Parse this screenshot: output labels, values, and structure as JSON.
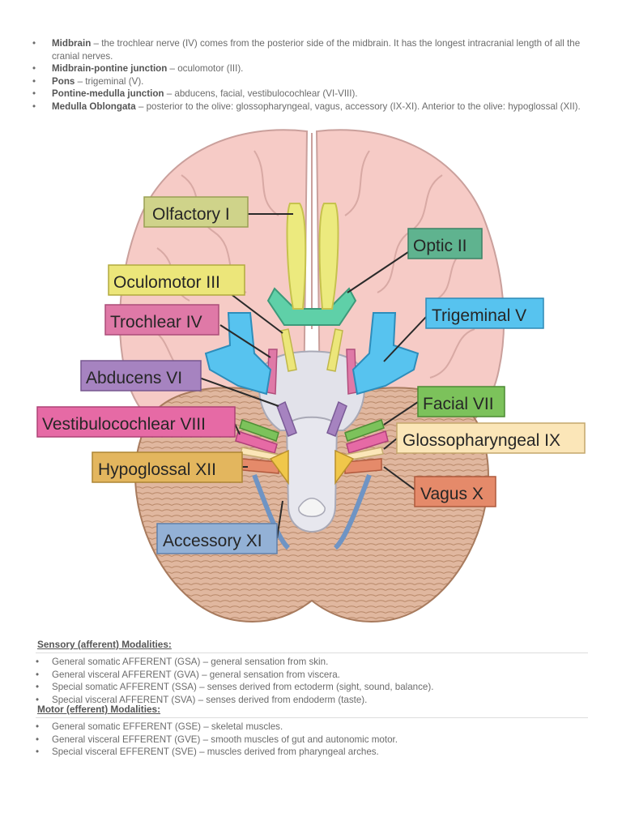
{
  "intro_bullets": [
    {
      "term": "Midbrain",
      "text": " – the trochlear nerve (IV) comes from the posterior side of the midbrain. It has the longest intracranial length of all the cranial nerves."
    },
    {
      "term": "Midbrain-pontine junction",
      "text": " – oculomotor (III)."
    },
    {
      "term": "Pons",
      "text": " – trigeminal (V)."
    },
    {
      "term": "Pontine-medulla junction",
      "text": " – abducens, facial, vestibulocochlear (VI-VIII)."
    },
    {
      "term": "Medulla Oblongata",
      "text": " – posterior to the olive: glossopharyngeal, vagus, accessory (IX-XI). Anterior to the olive: hypoglossal (XII)."
    }
  ],
  "diagram": {
    "labels": {
      "olfactory": "Olfactory I",
      "optic": "Optic II",
      "oculomotor": "Oculomotor III",
      "trochlear": "Trochlear IV",
      "trigeminal": "Trigeminal V",
      "abducens": "Abducens VI",
      "facial": "Facial VII",
      "vestibulocochlear": "Vestibulocochlear VIII",
      "glossopharyngeal": "Glossopharyngeal IX",
      "hypoglossal": "Hypoglossal XII",
      "vagus": "Vagus X",
      "accessory": "Accessory XI"
    },
    "colors": {
      "olfactory": "#cfd38a",
      "optic": "#5fb38f",
      "oculomotor": "#ece67a",
      "trochlear": "#df79a7",
      "trigeminal": "#57c3ef",
      "abducens": "#a683c0",
      "facial": "#7cc25b",
      "vestibulocochlear": "#e66aa5",
      "glossopharyngeal": "#fbe6b8",
      "hypoglossal": "#e3b65e",
      "vagus": "#e58a6a",
      "accessory": "#93b1d6"
    }
  },
  "sensory": {
    "heading": "Sensory (afferent) Modalities:",
    "items": [
      "General somatic AFFERENT (GSA) – general sensation from skin.",
      "General visceral AFFERENT (GVA) – general sensation from viscera.",
      "Special somatic AFFERENT (SSA) – senses derived from ectoderm (sight, sound, balance).",
      "Special visceral AFFERENT (SVA) – senses derived from endoderm (taste)."
    ]
  },
  "motor": {
    "heading": "Motor (efferent) Modalities:",
    "items": [
      "General somatic EFFERENT (GSE) – skeletal muscles.",
      "General visceral EFFERENT (GVE) – smooth muscles of gut and autonomic motor.",
      "Special visceral EFFERENT (SVE) – muscles derived from pharyngeal arches."
    ]
  }
}
